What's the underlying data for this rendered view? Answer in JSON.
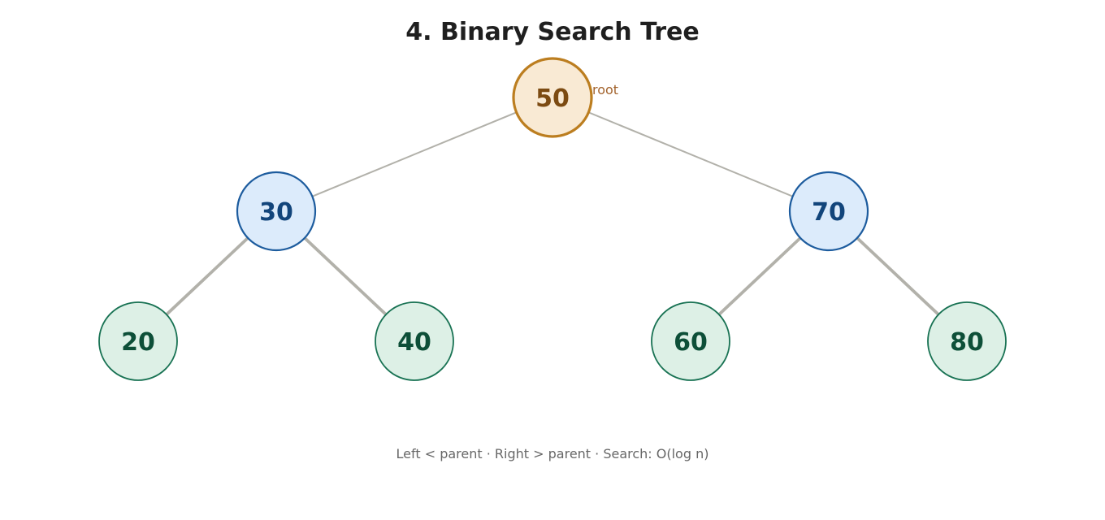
{
  "title": "4. Binary Search Tree",
  "footer": "Left < parent · Right > parent · Search: O(log n)",
  "tree": {
    "value": "50",
    "label": "root",
    "left": {
      "value": "30",
      "left": {
        "value": "20"
      },
      "right": {
        "value": "40"
      }
    },
    "right": {
      "value": "70",
      "left": {
        "value": "60"
      },
      "right": {
        "value": "80"
      }
    }
  },
  "colors": {
    "title_color": "#1f1f1f",
    "footer_color": "#676767",
    "edge_color": "#b2b1aa",
    "root_fill": "#f9ead4",
    "root_stroke": "#bc7e20",
    "root_text": "#7c4b12",
    "root_label_color": "#a2622b",
    "internal_fill": "#dcebfb",
    "internal_stroke": "#1d5c9e",
    "internal_text": "#12457b",
    "leaf_fill": "#ddf0e6",
    "leaf_stroke": "#187253",
    "leaf_text": "#0d4f38"
  }
}
